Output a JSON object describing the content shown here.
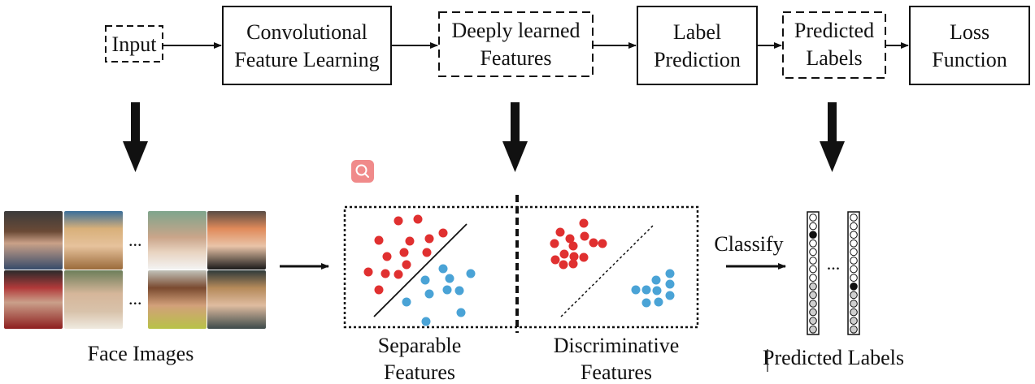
{
  "pipeline": {
    "input": "Input",
    "conv_line1": "Convolutional",
    "conv_line2": "Feature Learning",
    "deep_line1": "Deeply learned",
    "deep_line2": "Features",
    "labelpred_line1": "Label",
    "labelpred_line2": "Prediction",
    "predlabels_line1": "Predicted",
    "predlabels_line2": "Labels",
    "loss_line1": "Loss",
    "loss_line2": "Function"
  },
  "bottom": {
    "faces_label": "Face Images",
    "faces_ellipsis_top": "...",
    "faces_ellipsis_bottom": "...",
    "separable_line1": "Separable",
    "separable_line2": "Features",
    "discriminative_line1": "Discriminative",
    "discriminative_line2": "Features",
    "classify": "Classify",
    "predicted_labels": "Predicted Labels",
    "vectors_ellipsis": "..."
  },
  "colors": {
    "class_a": "#e03030",
    "class_b": "#4aa3d6",
    "search_button": "#f08a8a"
  },
  "icons": {
    "search": "search-icon"
  }
}
